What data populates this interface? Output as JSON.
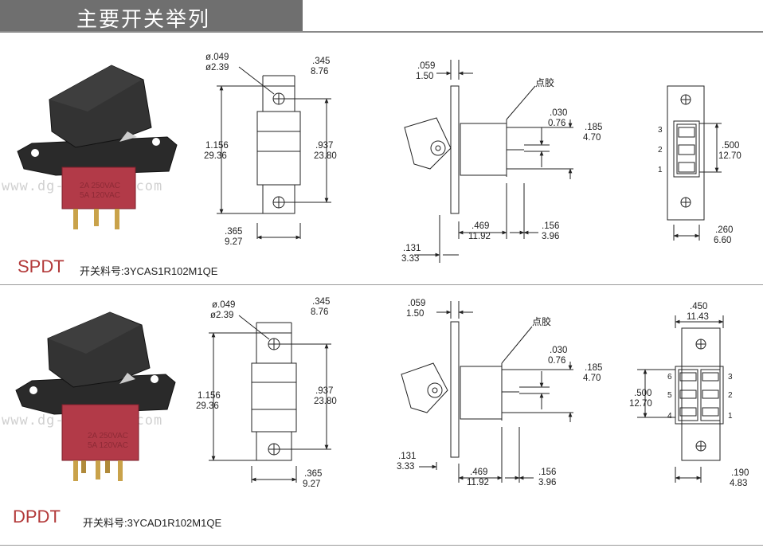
{
  "header": {
    "title": "主要开关举列"
  },
  "watermark": "www.dg-yecheng.com",
  "sections": [
    {
      "type_label": "SPDT",
      "part_label": "开关料号:3YCAS1R102M1QE",
      "product_print": [
        "2A 250VAC",
        "5A 120VAC"
      ],
      "front": {
        "hole_dia_in": "ø.049",
        "hole_dia_mm": "ø2.39",
        "width_in": ".345",
        "width_mm": "8.76",
        "height_in": "1.156",
        "height_mm": "29.36",
        "span_in": ".937",
        "span_mm": "23.80",
        "base_in": ".365",
        "base_mm": "9.27"
      },
      "side": {
        "flange_in": ".059",
        "flange_mm": "1.50",
        "glue_label": "点胶",
        "pin_in": ".030",
        "pin_mm": "0.76",
        "pin_pitch_in": ".185",
        "pin_pitch_mm": "4.70",
        "body_in": ".469",
        "body_mm": "11.92",
        "pin_len_in": ".156",
        "pin_len_mm": "3.96",
        "offset_in": ".131",
        "offset_mm": "3.33"
      },
      "back": {
        "pitch_in": ".500",
        "pitch_mm": "12.70",
        "width_in": ".260",
        "width_mm": "6.60",
        "terminals": [
          "3",
          "2",
          "1"
        ]
      }
    },
    {
      "type_label": "DPDT",
      "part_label": "开关料号:3YCAD1R102M1QE",
      "product_print": [
        "2A 250VAC",
        "5A 120VAC"
      ],
      "front": {
        "hole_dia_in": "ø.049",
        "hole_dia_mm": "ø2.39",
        "width_in": ".345",
        "width_mm": "8.76",
        "height_in": "1.156",
        "height_mm": "29.36",
        "span_in": ".937",
        "span_mm": "23.80",
        "base_in": ".365",
        "base_mm": "9.27"
      },
      "side": {
        "flange_in": ".059",
        "flange_mm": "1.50",
        "glue_label": "点胶",
        "pin_in": ".030",
        "pin_mm": "0.76",
        "pin_pitch_in": ".185",
        "pin_pitch_mm": "4.70",
        "body_in": ".469",
        "body_mm": "11.92",
        "pin_len_in": ".156",
        "pin_len_mm": "3.96",
        "offset_in": ".131",
        "offset_mm": "3.33"
      },
      "back": {
        "width_top_in": ".450",
        "width_top_mm": "11.43",
        "pitch_in": ".500",
        "pitch_mm": "12.70",
        "width_in": ".190",
        "width_mm": "4.83",
        "terminals_left": [
          "6",
          "5",
          "4"
        ],
        "terminals_right": [
          "3",
          "2",
          "1"
        ]
      }
    }
  ]
}
